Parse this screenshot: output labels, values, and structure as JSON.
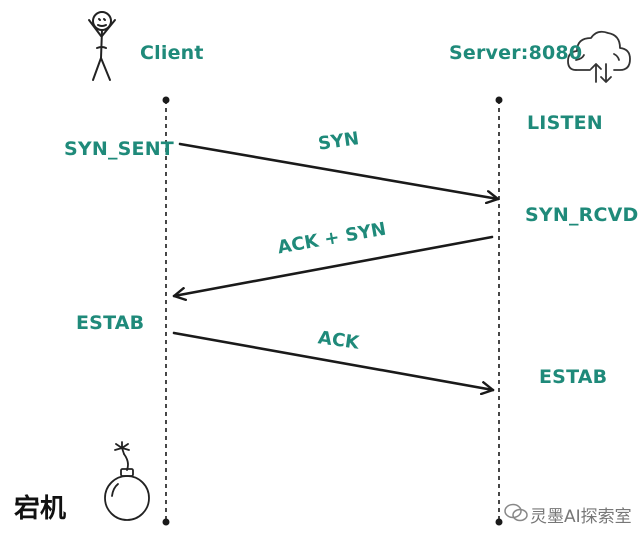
{
  "client": {
    "name": "Client",
    "states": [
      "SYN_SENT",
      "ESTAB"
    ]
  },
  "server": {
    "name": "Server:8080",
    "states": [
      "LISTEN",
      "SYN_RCVD",
      "ESTAB"
    ]
  },
  "messages": {
    "m1": "SYN",
    "m2": "ACK + SYN",
    "m3": "ACK"
  },
  "crash_label": "宕机",
  "watermark": "灵墨AI探索室",
  "colors": {
    "label": "#1f8a7a",
    "line": "#1a1a1a",
    "text": "#111111"
  },
  "icons": [
    "stick-figure-icon",
    "cloud-upload-download-icon",
    "bomb-icon",
    "wechat-icon"
  ]
}
